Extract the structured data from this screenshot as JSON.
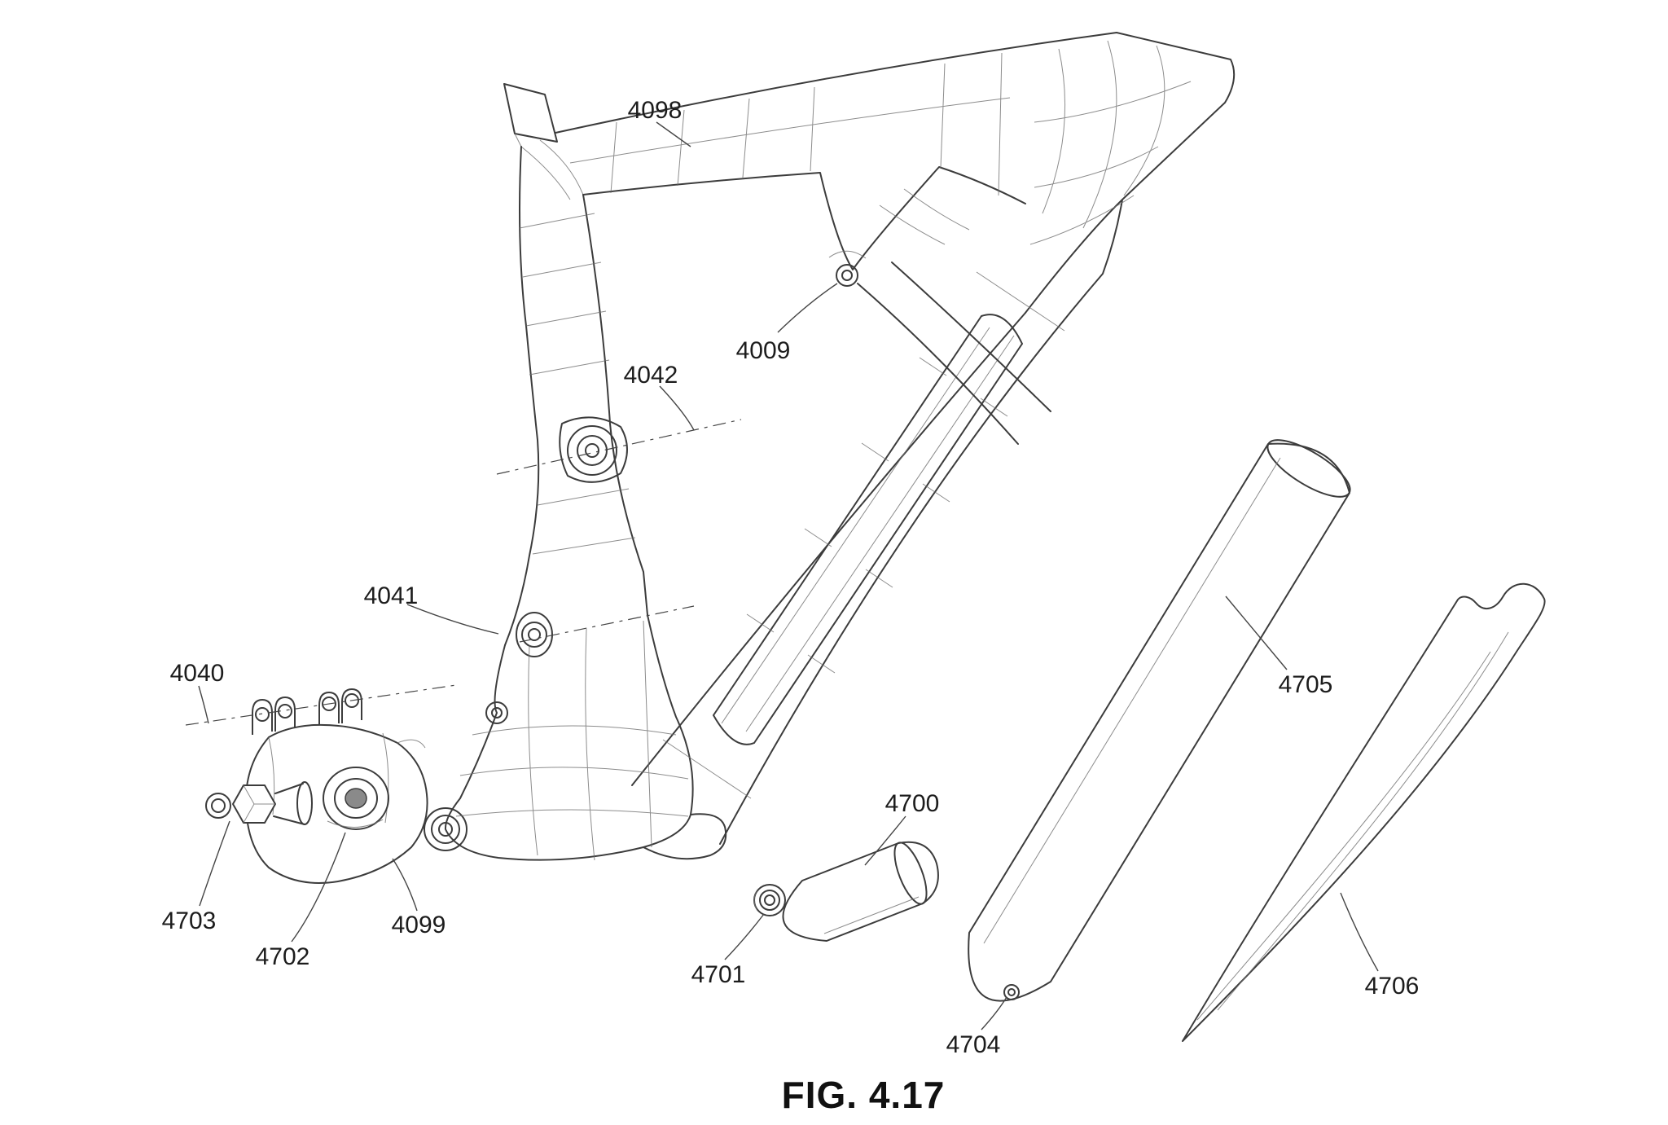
{
  "figure": {
    "caption": "FIG. 4.17",
    "labels": [
      "4098",
      "4009",
      "4042",
      "4041",
      "4040",
      "4703",
      "4702",
      "4099",
      "4701",
      "4700",
      "4704",
      "4705",
      "4706"
    ]
  },
  "drawing": {
    "ink_color": "#3c3c3c",
    "background_color": "#ffffff"
  }
}
